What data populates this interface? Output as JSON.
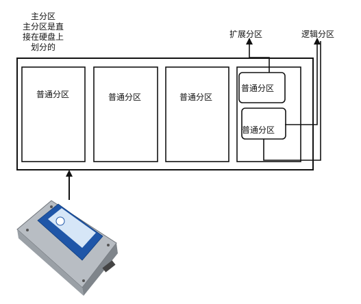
{
  "annotation": {
    "lines": [
      "主分区",
      "主分区是直",
      "接在硬盘上",
      "划分的"
    ]
  },
  "labels": {
    "extended_partition": "扩展分区",
    "logical_partition": "逻辑分区"
  },
  "partitions": [
    {
      "label": "普通分区"
    },
    {
      "label": "普通分区"
    },
    {
      "label": "普通分区"
    }
  ],
  "logical_partitions": [
    {
      "label": "普通分区"
    },
    {
      "label": "普通分区"
    }
  ],
  "colors": {
    "stroke": "#111111",
    "disk_label": "#1d4fa0"
  },
  "icons": {
    "disk": "hard-disk-drive-icon"
  }
}
